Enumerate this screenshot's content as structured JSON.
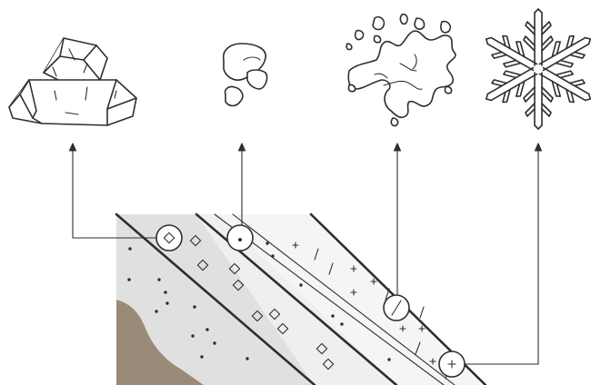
{
  "figure": {
    "colors": {
      "ink": "#2e2e2e",
      "soil": "#9b8a78",
      "layer_firn_gray": "#e0e0e0",
      "layer_light_gray": "#efefef",
      "layer_white": "#ffffff"
    },
    "icons": [
      "ice-crystals-icon",
      "grains-icon",
      "dendrite-crystal-icon",
      "snowflake-icon"
    ],
    "layers": [
      "soil-layer",
      "coarse-grain-layer",
      "rounded-grain-layer",
      "fresh-snow-layer"
    ]
  }
}
